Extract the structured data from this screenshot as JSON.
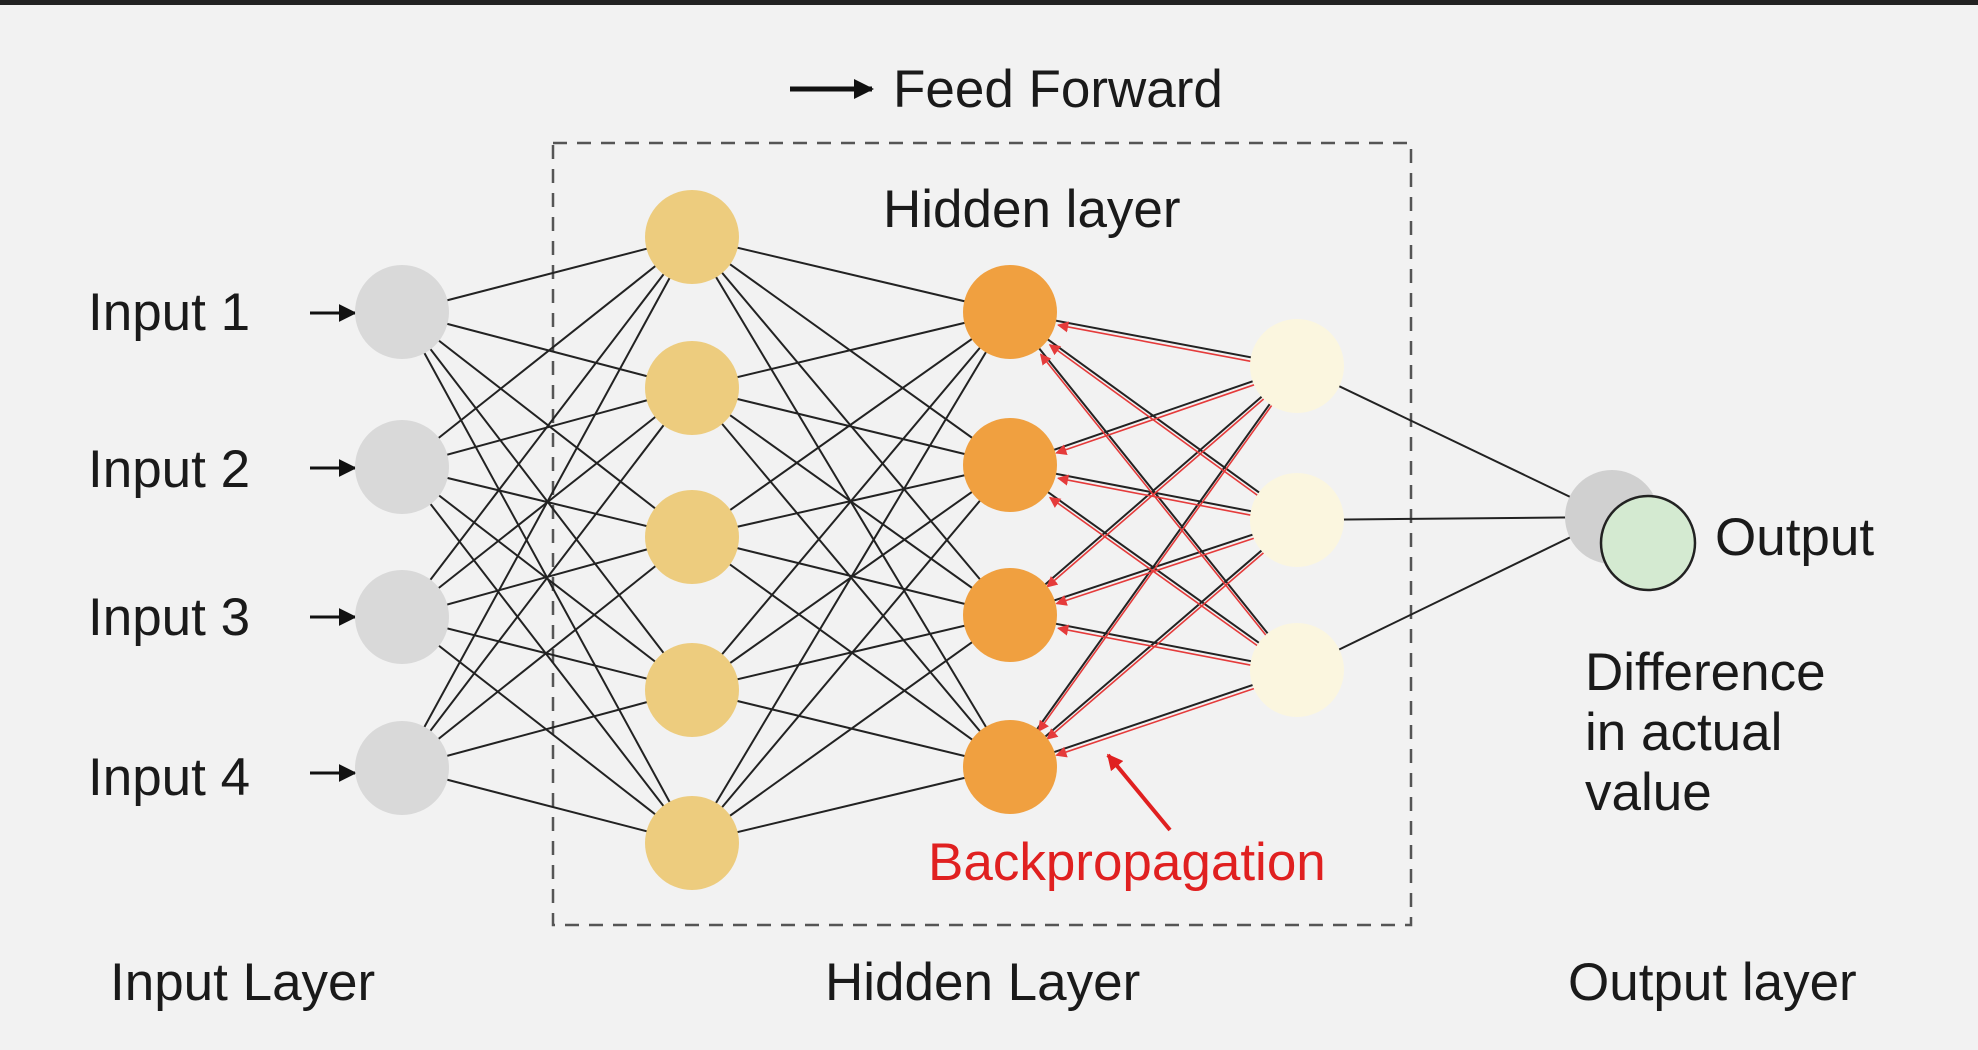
{
  "diagram": {
    "feed_forward_label": "Feed Forward",
    "hidden_layer_box_label": "Hidden layer",
    "backpropagation_label": "Backpropagation",
    "inputs": [
      "Input 1",
      "Input 2",
      "Input 3",
      "Input 4"
    ],
    "output_label": "Output",
    "difference_label_lines": [
      "Difference",
      "in actual",
      "value"
    ],
    "layer_titles": {
      "input": "Input Layer",
      "hidden": "Hidden Layer",
      "output": "Output layer"
    },
    "colors": {
      "input_node": "#d9d9d9",
      "hidden1_node": "#edcc7e",
      "hidden2_node": "#f0a040",
      "hidden3_node": "#fbf6df",
      "output_node": "#d4ead1",
      "output_shadow": "#d0d0d0",
      "backprop": "#e53b3b",
      "connection": "#222222"
    }
  }
}
